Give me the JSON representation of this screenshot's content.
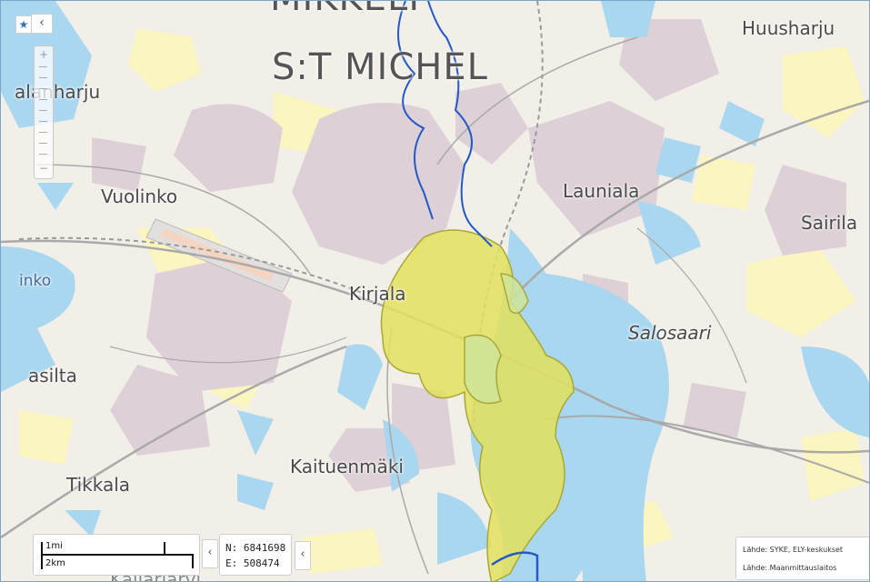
{
  "map": {
    "place_labels": [
      {
        "id": "mikkeli",
        "text": "MIKKELI",
        "style": "big"
      },
      {
        "id": "st-michel",
        "text": "S:T MICHEL",
        "style": "big"
      },
      {
        "id": "huusharju",
        "text": "Huusharju",
        "style": "md"
      },
      {
        "id": "alanharju",
        "text": "alanharju",
        "style": "md"
      },
      {
        "id": "vuolinko",
        "text": "Vuolinko",
        "style": "md"
      },
      {
        "id": "launiala",
        "text": "Launiala",
        "style": "md"
      },
      {
        "id": "sairila",
        "text": "Sairila",
        "style": "md"
      },
      {
        "id": "inko",
        "text": "inko",
        "style": "sm"
      },
      {
        "id": "kirjala",
        "text": "Kirjala",
        "style": "md"
      },
      {
        "id": "salosaari",
        "text": "Salosaari",
        "style": "it"
      },
      {
        "id": "asilta",
        "text": "asilta",
        "style": "md"
      },
      {
        "id": "kaituenmaki",
        "text": "Kaituenmäki",
        "style": "md"
      },
      {
        "id": "tikkala",
        "text": "Tikkala",
        "style": "md"
      },
      {
        "id": "kallarjarvi",
        "text": "Kallarjärvi",
        "style": "md"
      }
    ],
    "colors": {
      "land": "#f2efe9",
      "water": "#aad7f0",
      "urban": "#ddd0d6",
      "field": "#fbf6bf",
      "road": "#a9a9a9",
      "river_line": "#2359c8",
      "flood_area": "#e3e05c"
    }
  },
  "controls": {
    "favorite_icon": "★",
    "collapse_icon": "‹",
    "zoom_in": "+",
    "zoom_out": "−",
    "scale_mi": "1mi",
    "scale_km": "2km",
    "scale_toggle_icon": "‹",
    "coords_north": "N: 6841698",
    "coords_east": "E: 508474",
    "coords_toggle_icon": "‹"
  },
  "attribution": {
    "line1": "Lähde: SYKE, ELY-keskukset",
    "line2": "Lähde: Maanmittauslaitos"
  }
}
